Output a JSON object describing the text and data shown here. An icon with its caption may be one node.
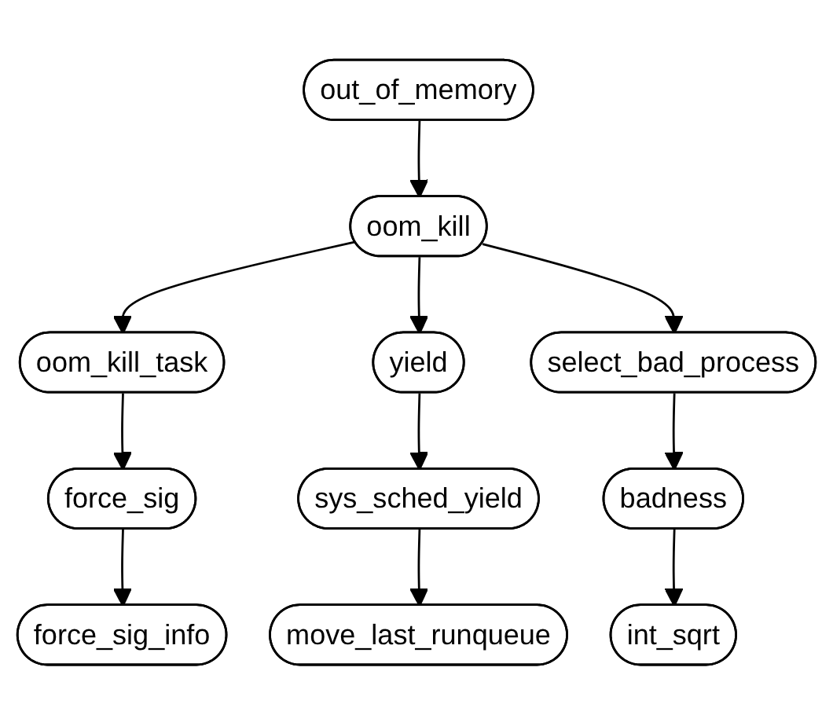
{
  "diagram": {
    "nodes": [
      {
        "text": [
          "out_of_memory"
        ]
      },
      {
        "text": [
          "oom_kill"
        ]
      },
      {
        "text": [
          "oom_kill_task"
        ]
      },
      {
        "text": [
          "yield"
        ]
      },
      {
        "text": [
          "select_bad_process"
        ]
      },
      {
        "text": [
          "force_sig"
        ]
      },
      {
        "text": [
          "sys_sched_yield"
        ]
      },
      {
        "text": [
          "badness"
        ]
      },
      {
        "text": [
          "force_sig_info"
        ]
      },
      {
        "text": [
          "move_last_runqueue"
        ]
      },
      {
        "text": [
          "int_sqrt"
        ]
      }
    ],
    "edges": [
      {
        "from": 0,
        "to": 1,
        "arrow": "to"
      },
      {
        "from": 1,
        "to": 2,
        "arrow": "to"
      },
      {
        "from": 1,
        "to": 3,
        "arrow": "to"
      },
      {
        "from": 1,
        "to": 4,
        "arrow": "to"
      },
      {
        "from": 2,
        "to": 5,
        "arrow": "to"
      },
      {
        "from": 3,
        "to": 6,
        "arrow": "to"
      },
      {
        "from": 4,
        "to": 7,
        "arrow": "to"
      },
      {
        "from": 5,
        "to": 8,
        "arrow": "to"
      },
      {
        "from": 6,
        "to": 9,
        "arrow": "to"
      },
      {
        "from": 7,
        "to": 10,
        "arrow": "to"
      }
    ]
  }
}
